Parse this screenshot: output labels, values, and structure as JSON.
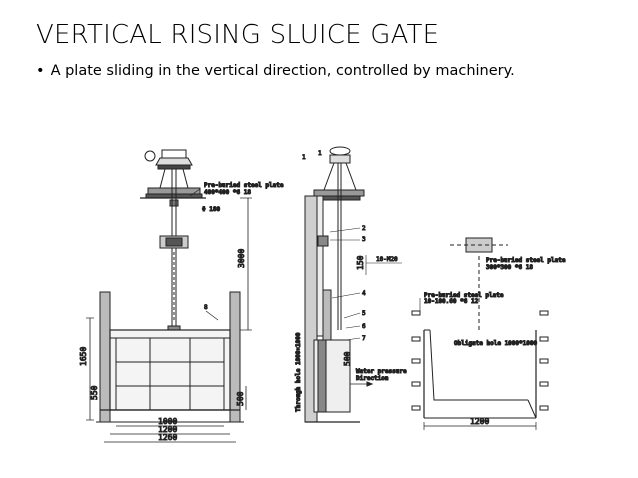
{
  "slide": {
    "title": "VERTICAL RISING SLUICE GATE",
    "bullet": "A plate sliding in the vertical direction, controlled by machinery."
  },
  "drawing": {
    "front": {
      "plate_note_1": "Pre-buried steel plate",
      "plate_note_2": "400*400 *6 18",
      "rod_dia": "Φ 180",
      "dim_rod": "3000",
      "dim_left_total": "1650",
      "dim_left_lower": "550",
      "dim_right_lower": "500",
      "dim_w1": "1000",
      "dim_w2": "1200",
      "dim_w3": "1260",
      "callout_8": "8"
    },
    "side": {
      "callouts": [
        "1",
        "2",
        "3",
        "4",
        "5",
        "6",
        "7"
      ],
      "note_m20": "10-M20",
      "dim_150": "150",
      "dim_500": "500",
      "water_1": "Water pressure",
      "water_2": "Direction",
      "through_hole": "Through hole 1000×1000"
    },
    "plan": {
      "plate_a_1": "Pre-buried steel plate",
      "plate_a_2": "300*300 *6 18",
      "plate_b_1": "Pre-buried steel plate",
      "plate_b_2": "10-100.60 *6 12",
      "hole_note": "Obligate hole 1000*1000",
      "dim_width": "1200"
    }
  }
}
